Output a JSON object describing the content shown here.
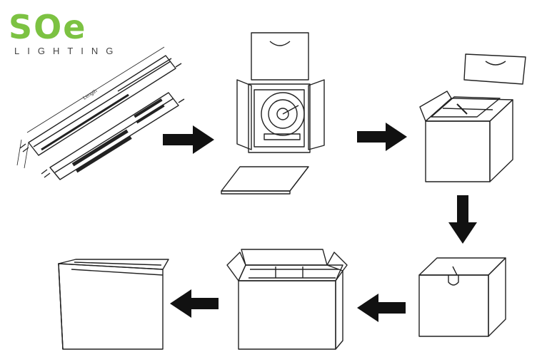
{
  "logo": {
    "mark": "SOe",
    "subtitle": "LIGHTING",
    "brand_color": "#7cc242"
  },
  "tube_drawing": {
    "length_label": "Length"
  },
  "colors": {
    "line": "#222222",
    "arrow": "#111111",
    "background": "#ffffff"
  }
}
